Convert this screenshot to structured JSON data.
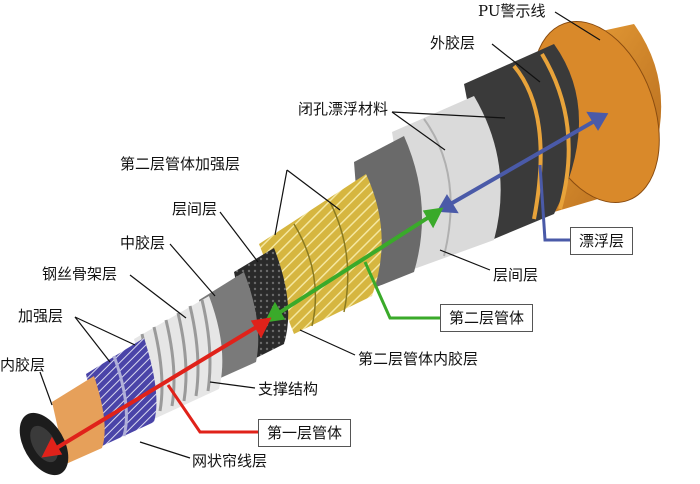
{
  "labels": {
    "pu_warning": "PU警示线",
    "outer_rubber": "外胶层",
    "closed_cell": "闭孔漂浮材料",
    "second_reinforce": "第二层管体加强层",
    "interlayer_left": "层间层",
    "middle_rubber": "中胶层",
    "steel_skeleton": "钢丝骨架层",
    "reinforce": "加强层",
    "inner_rubber": "内胶层",
    "interlayer_right": "层间层",
    "second_inner": "第二层管体内胶层",
    "support": "支撑结构",
    "mesh_cord": "网状帘线层"
  },
  "boxes": {
    "float_layer": "漂浮层",
    "second_pipe": "第二层管体",
    "first_pipe": "第一层管体"
  },
  "colors": {
    "float_blue": "#4a5aa8",
    "second_green": "#3aaa2a",
    "first_red": "#e0221a",
    "outer_orange": "#d9892a"
  }
}
